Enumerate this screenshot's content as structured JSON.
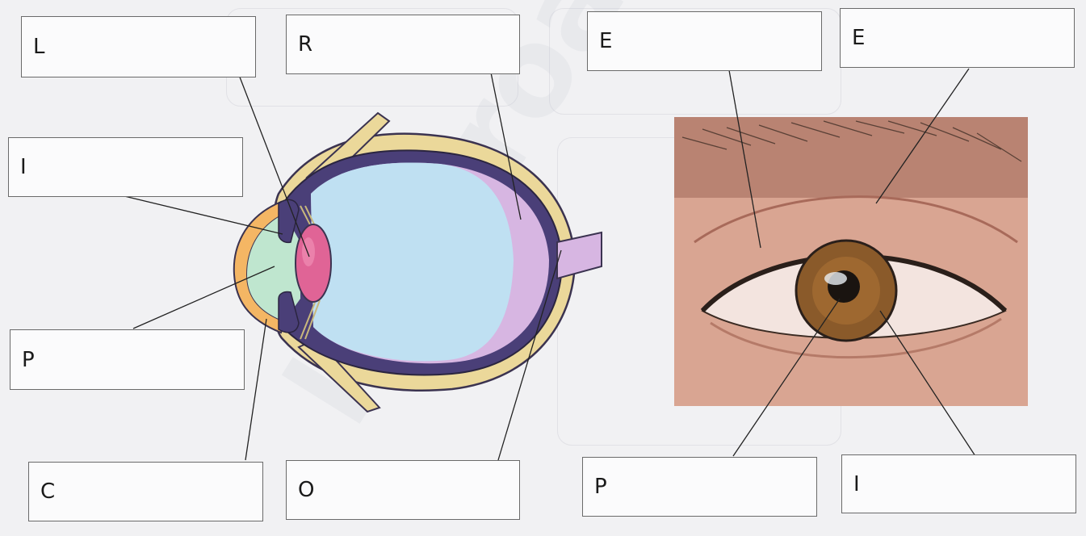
{
  "diagram_label": {
    "left": [
      "L",
      "R",
      "I",
      "P",
      "C",
      "O"
    ],
    "right": [
      "E",
      "E",
      "P",
      "I"
    ]
  },
  "colors": {
    "sclera_outer": "#ebd89a",
    "choroid": "#4a3f78",
    "vitreous": "#bfe0f2",
    "retina": "#d7b6e2",
    "lens": "#e06496",
    "aqueous": "#bfe6cf",
    "cornea": "#f4b664",
    "iris": "#8a5a2a",
    "skin": "#d9a592"
  }
}
